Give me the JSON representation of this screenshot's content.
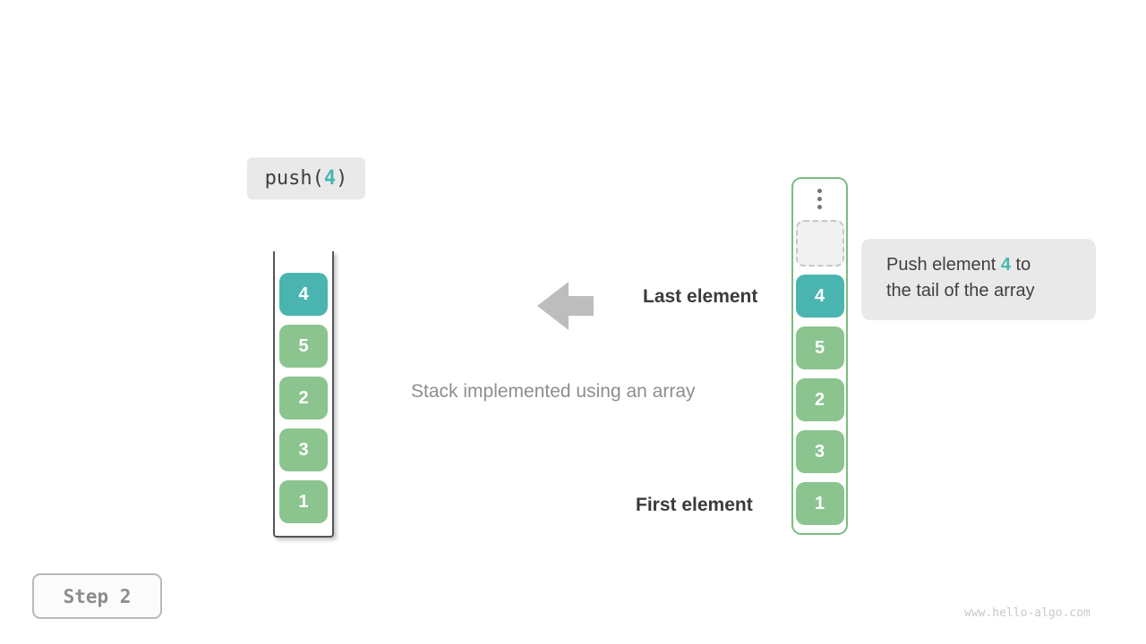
{
  "colors": {
    "teal": "#4ab5b0",
    "green": "#8bc48e",
    "container_green": "#7cbd80",
    "box_gray": "#e9e9e9",
    "arrow_gray": "#bdbdbd"
  },
  "operation_label": {
    "prefix": "push(",
    "value": "4",
    "suffix": ")"
  },
  "left_stack": {
    "cells": [
      {
        "value": "4",
        "highlight": true
      },
      {
        "value": "5"
      },
      {
        "value": "2"
      },
      {
        "value": "3"
      },
      {
        "value": "1"
      }
    ]
  },
  "right_stack": {
    "ellipsis_icon": "vertical-ellipsis",
    "has_empty_slot": true,
    "cells": [
      {
        "value": "4",
        "highlight": true
      },
      {
        "value": "5"
      },
      {
        "value": "2"
      },
      {
        "value": "3"
      },
      {
        "value": "1"
      }
    ]
  },
  "annotations": {
    "last_element": "Last element",
    "first_element": "First element",
    "caption": "Stack implemented using an array"
  },
  "callout": {
    "line1_prefix": "Push element ",
    "value": "4",
    "line1_suffix": " to",
    "line2": "the tail of the array"
  },
  "step_badge": "Step 2",
  "watermark": "www.hello-algo.com"
}
